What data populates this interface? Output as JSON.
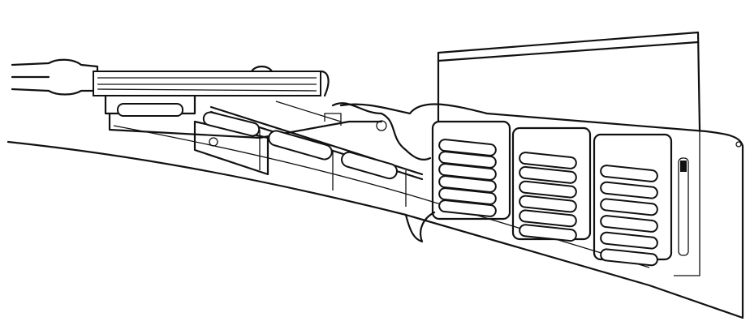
{
  "colors": {
    "ink": "#111111",
    "paper": "#ffffff"
  },
  "magazine": {
    "compartments": 3,
    "cartridges_per_compartment": [
      6,
      6,
      6
    ]
  }
}
